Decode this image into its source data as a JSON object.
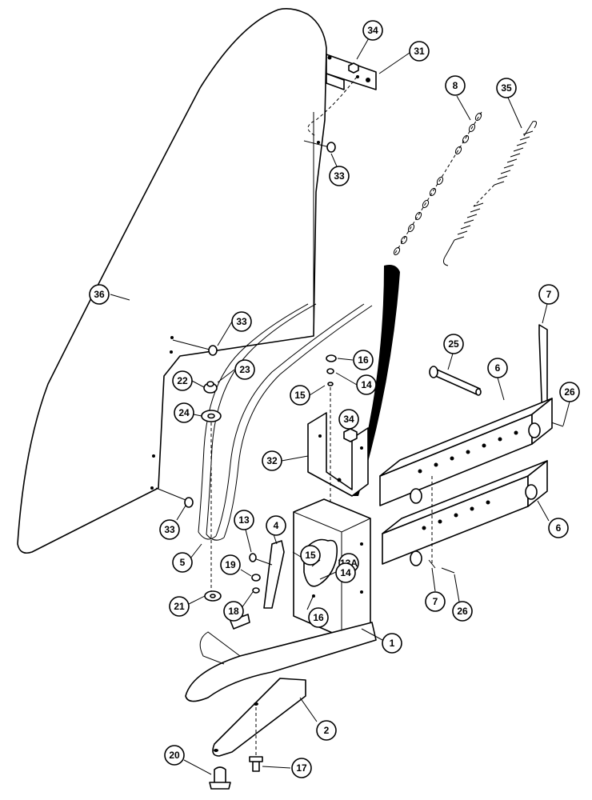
{
  "diagram": {
    "callouts": [
      {
        "id": "c34a",
        "label": "34"
      },
      {
        "id": "c31",
        "label": "31"
      },
      {
        "id": "c8",
        "label": "8"
      },
      {
        "id": "c35",
        "label": "35"
      },
      {
        "id": "c33a",
        "label": "33"
      },
      {
        "id": "c36",
        "label": "36"
      },
      {
        "id": "c7a",
        "label": "7"
      },
      {
        "id": "c33b",
        "label": "33"
      },
      {
        "id": "c25",
        "label": "25"
      },
      {
        "id": "c16a",
        "label": "16"
      },
      {
        "id": "c23",
        "label": "23"
      },
      {
        "id": "c22",
        "label": "22"
      },
      {
        "id": "c14a",
        "label": "14"
      },
      {
        "id": "c6a",
        "label": "6"
      },
      {
        "id": "c26a",
        "label": "26"
      },
      {
        "id": "c15a",
        "label": "15"
      },
      {
        "id": "c24",
        "label": "24"
      },
      {
        "id": "c34b",
        "label": "34"
      },
      {
        "id": "c32",
        "label": "32"
      },
      {
        "id": "c33c",
        "label": "33"
      },
      {
        "id": "c6b",
        "label": "6"
      },
      {
        "id": "c13",
        "label": "13"
      },
      {
        "id": "c4",
        "label": "4"
      },
      {
        "id": "c5",
        "label": "5"
      },
      {
        "id": "c15b",
        "label": "15"
      },
      {
        "id": "c13a",
        "label": "13A"
      },
      {
        "id": "c19",
        "label": "19"
      },
      {
        "id": "c14b",
        "label": "14"
      },
      {
        "id": "c21",
        "label": "21"
      },
      {
        "id": "c18",
        "label": "18"
      },
      {
        "id": "c16b",
        "label": "16"
      },
      {
        "id": "c7b",
        "label": "7"
      },
      {
        "id": "c26b",
        "label": "26"
      },
      {
        "id": "c1",
        "label": "1"
      },
      {
        "id": "c2",
        "label": "2"
      },
      {
        "id": "c20",
        "label": "20"
      },
      {
        "id": "c17",
        "label": "17"
      }
    ]
  }
}
